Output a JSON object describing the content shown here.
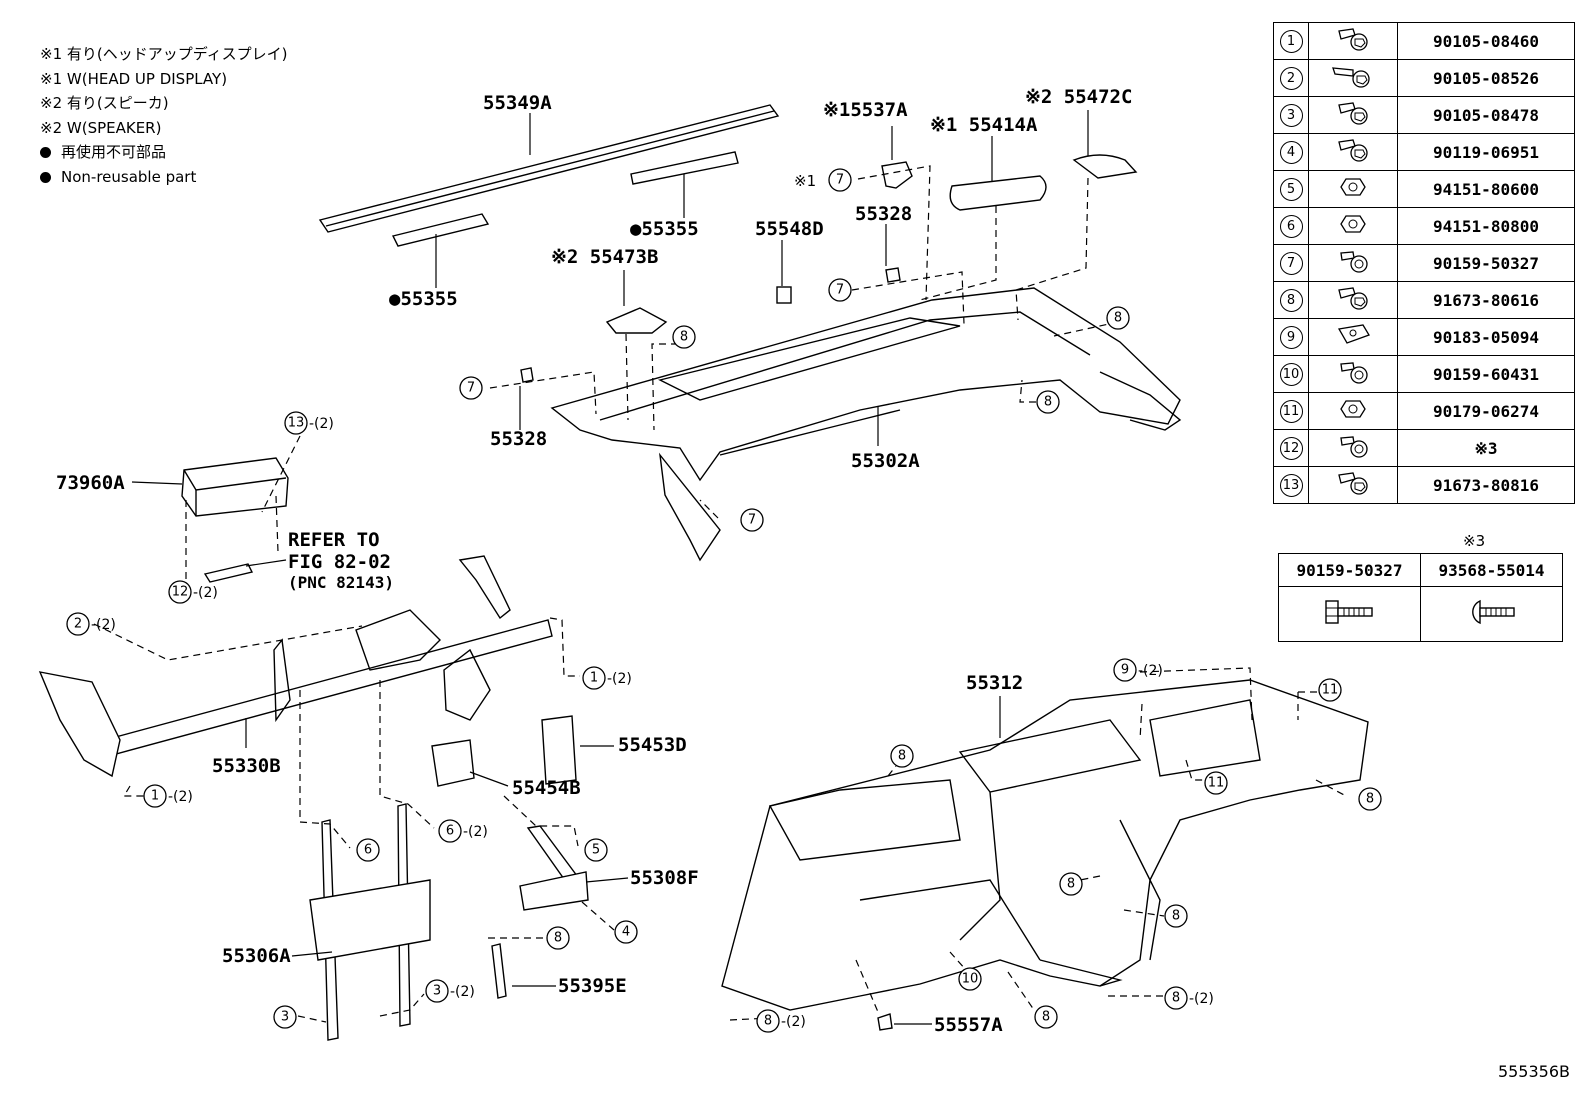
{
  "notes": [
    "※1 有り(ヘッドアップディスプレイ)",
    "※1 W(HEAD UP DISPLAY)",
    "※2 有り(スピーカ)",
    "※2 W(SPEAKER)",
    "再使用不可部品",
    "Non-reusable part"
  ],
  "labels": {
    "p55349A": "55349A",
    "p55355a": "●55355",
    "p55355b": "●55355",
    "p55537A": "※15537A",
    "p55414A": "※1 55414A",
    "p55472C": "※2 55472C",
    "p55548D": "55548D",
    "p55328a": "55328",
    "p55473B": "※2 55473B",
    "p55328b": "55328",
    "p55302A": "55302A",
    "p73960A": "73960A",
    "refer1": "REFER TO",
    "refer2": "FIG 82-02",
    "refer3": "(PNC 82143)",
    "p55330B": "55330B",
    "p55453D": "55453D",
    "p55454B": "55454B",
    "p55308F": "55308F",
    "p55306A": "55306A",
    "p55395E": "55395E",
    "p55312": "55312",
    "p55557A": "55557A",
    "star1": "※1"
  },
  "callouts": {
    "c7a": "7",
    "c7b": "7",
    "c7c": "7",
    "c7d": "7",
    "c8a": "8",
    "c8b": "8",
    "c8c": "8",
    "c13": "13",
    "c13q": "-(2)",
    "c12": "12",
    "c12q": "-(2)",
    "c2": "2",
    "c2q": "-(2)",
    "c1a": "1",
    "c1aq": "-(2)",
    "c1b": "1",
    "c1bq": "-(2)",
    "c6a": "6",
    "c6b": "6",
    "c6bq": "-(2)",
    "c5": "5",
    "c4": "4",
    "c8d": "8",
    "c3a": "3",
    "c3aq": "-(2)",
    "c3b": "3",
    "c9": "9",
    "c9q": "-(2)",
    "c11a": "11",
    "c11b": "11",
    "c8e": "8",
    "c8f": "8",
    "c8g": "8",
    "c8h": "8",
    "c8i": "8",
    "c8iq": "-(2)",
    "c8j": "8",
    "c8k": "8",
    "c8kq": "-(2)",
    "c10": "10"
  },
  "parts_table": [
    {
      "n": "1",
      "part": "90105-08460",
      "icon": "flange-bolt-icon"
    },
    {
      "n": "2",
      "part": "90105-08526",
      "icon": "long-bolt-icon"
    },
    {
      "n": "3",
      "part": "90105-08478",
      "icon": "flange-bolt-icon"
    },
    {
      "n": "4",
      "part": "90119-06951",
      "icon": "flange-bolt-icon"
    },
    {
      "n": "5",
      "part": "94151-80600",
      "icon": "nut-icon"
    },
    {
      "n": "6",
      "part": "94151-80800",
      "icon": "nut-icon"
    },
    {
      "n": "7",
      "part": "90159-50327",
      "icon": "screw-icon"
    },
    {
      "n": "8",
      "part": "91673-80616",
      "icon": "flange-bolt-icon"
    },
    {
      "n": "9",
      "part": "90183-05094",
      "icon": "clip-nut-icon"
    },
    {
      "n": "10",
      "part": "90159-60431",
      "icon": "screw-icon"
    },
    {
      "n": "11",
      "part": "90179-06274",
      "icon": "nut-icon"
    },
    {
      "n": "12",
      "part": "※3",
      "icon": "screw-icon"
    },
    {
      "n": "13",
      "part": "91673-80816",
      "icon": "flange-bolt-icon"
    }
  ],
  "star3": {
    "title": "※3",
    "parts": [
      "90159-50327",
      "93568-55014"
    ],
    "icons": [
      "hex-flange-screw-icon",
      "dome-screw-icon"
    ]
  },
  "figure_code": "555356B"
}
